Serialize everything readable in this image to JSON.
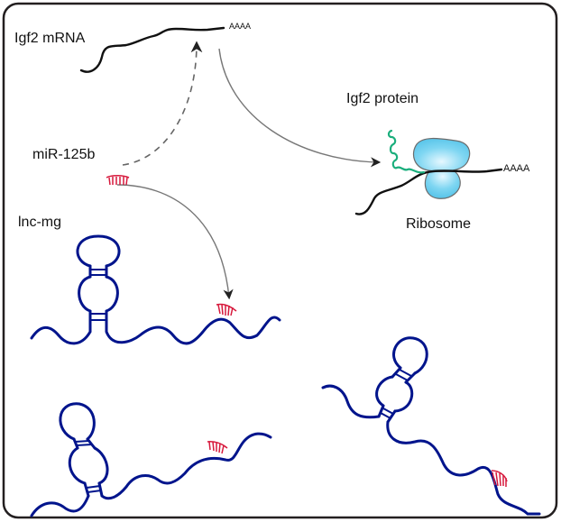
{
  "labels": {
    "igf2_mrna": "Igf2 mRNA",
    "polya_top": "AAAA",
    "igf2_protein": "Igf2 protein",
    "polya_ribosome": "AAAA",
    "ribosome": "Ribosome",
    "mir": "miR-125b",
    "lnc": "lnc-mg"
  },
  "colors": {
    "frame": "#231f20",
    "mrna": "#111111",
    "lnc_rna": "#00148c",
    "mirna": "#d7193c",
    "protein": "#1aae7c",
    "ribosome": "#8fdcf4",
    "ribosome_edge": "#6c6c6c",
    "arrow": "#7a7a7a"
  }
}
